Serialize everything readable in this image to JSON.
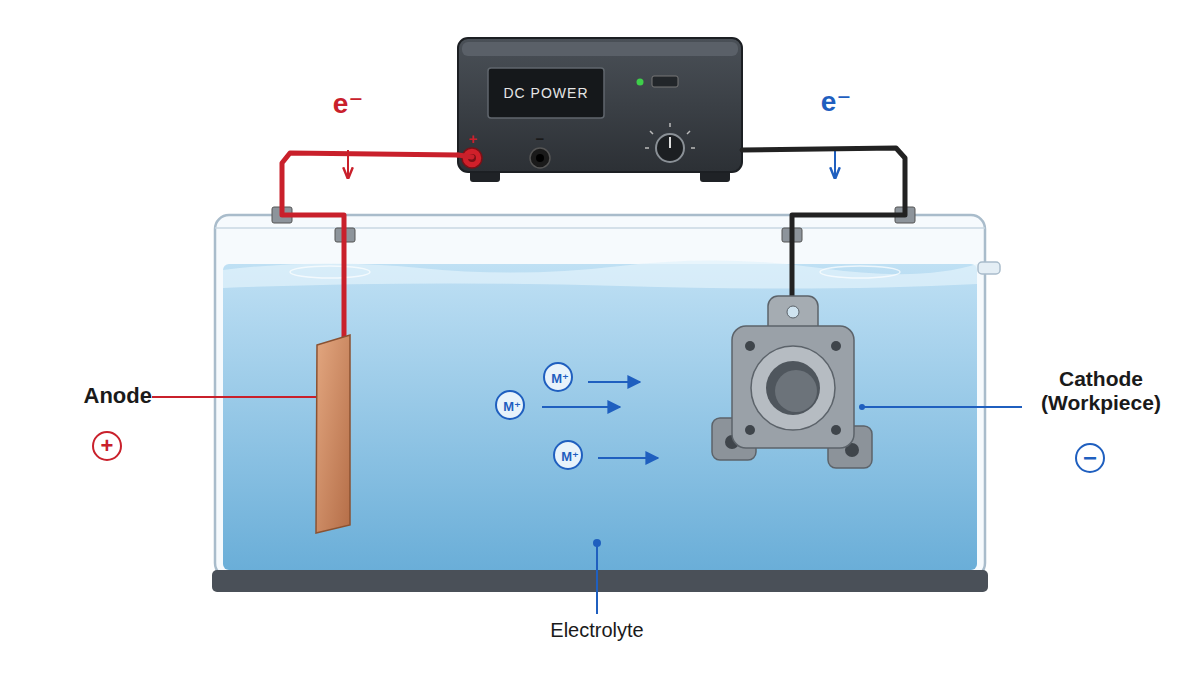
{
  "diagram": {
    "nodes": [
      {
        "text": [
          "DC POWER"
        ]
      },
      {
        "text": [
          "Electrolyte"
        ]
      },
      {
        "text": [
          "Anode",
          "+"
        ],
        "in": 1
      },
      {
        "text": [
          "M⁺"
        ],
        "in": 1
      },
      {
        "text": [
          "M⁺"
        ],
        "in": 1
      },
      {
        "text": [
          "M⁺"
        ],
        "in": 1
      },
      {
        "text": [
          "Cathode (Workpiece)",
          "−"
        ],
        "in": 1
      }
    ],
    "edges": [
      {
        "from": 0,
        "to": 2,
        "arrow": "none"
      },
      {
        "from": 0,
        "to": 6,
        "arrow": "none"
      }
    ],
    "labels": [
      "+",
      "−",
      "e⁻",
      "e⁻"
    ]
  }
}
